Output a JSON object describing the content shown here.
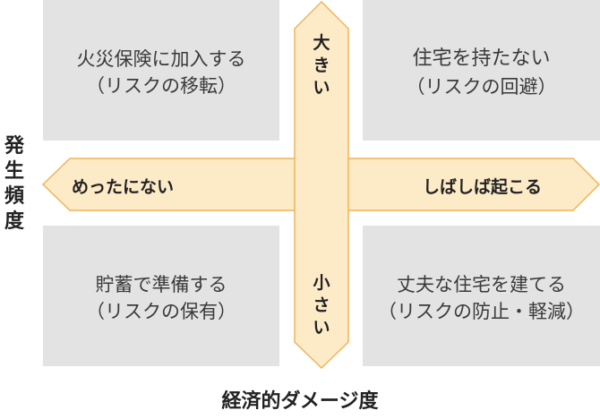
{
  "colors": {
    "quadrant_fill": "#e3e3e3",
    "arrow_fill": "#fdebc8",
    "arrow_stroke": "#f0b35a"
  },
  "axes": {
    "y_label": "発生頻度",
    "x_label": "経済的ダメージ度",
    "horizontal_left": "めったにない",
    "horizontal_right": "しばしば起こる",
    "vertical_top": "大きい",
    "vertical_bottom": "小さい"
  },
  "quadrants": {
    "top_left": {
      "main": "火災保険に加入する",
      "sub": "（リスクの移転）"
    },
    "top_right": {
      "main": "住宅を持たない",
      "sub": "（リスクの回避）"
    },
    "bottom_left": {
      "main": "貯蓄で準備する",
      "sub": "（リスクの保有）"
    },
    "bottom_right": {
      "main": "丈夫な住宅を建てる",
      "sub": "（リスクの防止・軽減）"
    }
  }
}
